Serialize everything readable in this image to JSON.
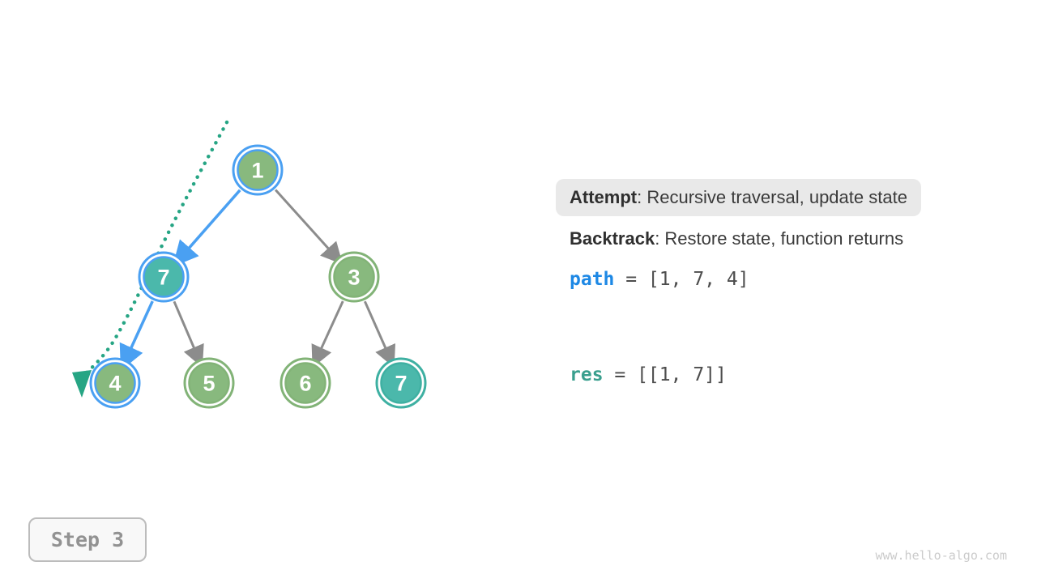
{
  "figure": {
    "tree": {
      "nodes": [
        {
          "id": "1",
          "label": "1",
          "fill": "green",
          "ring": "blue"
        },
        {
          "id": "7L",
          "label": "7",
          "fill": "teal",
          "ring": "blue"
        },
        {
          "id": "3",
          "label": "3",
          "fill": "green",
          "ring": "green"
        },
        {
          "id": "4",
          "label": "4",
          "fill": "green",
          "ring": "blue"
        },
        {
          "id": "5",
          "label": "5",
          "fill": "green",
          "ring": "green"
        },
        {
          "id": "6",
          "label": "6",
          "fill": "green",
          "ring": "green"
        },
        {
          "id": "7R",
          "label": "7",
          "fill": "teal",
          "ring": "teal"
        }
      ],
      "edges": [
        {
          "from": "1",
          "to": "7L",
          "state": "active"
        },
        {
          "from": "1",
          "to": "3",
          "state": "normal"
        },
        {
          "from": "7L",
          "to": "4",
          "state": "active"
        },
        {
          "from": "7L",
          "to": "5",
          "state": "normal"
        },
        {
          "from": "3",
          "to": "6",
          "state": "normal"
        },
        {
          "from": "3",
          "to": "7R",
          "state": "normal"
        }
      ]
    },
    "colors": {
      "node_green": "#88b97e",
      "node_teal": "#4bb8ab",
      "ring_blue": "#4aa0f2",
      "ring_green": "#82b377",
      "ring_teal": "#3eb0a2",
      "edge_gray": "#8c8c8c",
      "edge_blue": "#4aa0f2",
      "dotted_teal": "#26a584",
      "node_text": "#ffffff"
    }
  },
  "panel": {
    "attempt_label": "Attempt",
    "attempt_desc": ": Recursive traversal, update state",
    "backtrack_label": "Backtrack",
    "backtrack_desc": ": Restore state, function returns",
    "path_var": "path",
    "path_value": " = [1, 7, 4]",
    "res_var": "res",
    "res_value": " = [[1, 7]]"
  },
  "step_label": "Step 3",
  "watermark": "www.hello-algo.com"
}
